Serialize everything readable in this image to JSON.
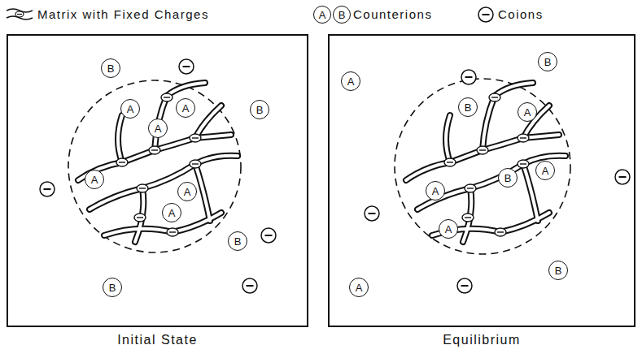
{
  "diagram": {
    "nodes": [
      {
        "text": [
          "Initial State"
        ]
      },
      {
        "text": [
          "B"
        ],
        "in": 0
      },
      {
        "text": [
          "B"
        ],
        "in": 0
      },
      {
        "text": [
          "B"
        ],
        "in": 0
      },
      {
        "text": [
          "B"
        ],
        "in": 0
      },
      {
        "text": [
          "A"
        ],
        "in": 0
      },
      {
        "text": [
          "A"
        ],
        "in": 0
      },
      {
        "text": [
          "A"
        ],
        "in": 0
      },
      {
        "text": [
          "A"
        ],
        "in": 0
      },
      {
        "text": [
          "A"
        ],
        "in": 0
      },
      {
        "text": [
          "A"
        ],
        "in": 0
      },
      {
        "text": [
          "Equilibrium"
        ]
      },
      {
        "text": [
          "A"
        ],
        "in": 11
      },
      {
        "text": [
          "B"
        ],
        "in": 11
      },
      {
        "text": [
          "A"
        ],
        "in": 11
      },
      {
        "text": [
          "B"
        ],
        "in": 11
      },
      {
        "text": [
          "B"
        ],
        "in": 11
      },
      {
        "text": [
          "A"
        ],
        "in": 11
      },
      {
        "text": [
          "A"
        ],
        "in": 11
      },
      {
        "text": [
          "B"
        ],
        "in": 11
      },
      {
        "text": [
          "A"
        ],
        "in": 11
      },
      {
        "text": [
          "A"
        ],
        "in": 11
      }
    ],
    "labels": [
      "A",
      "B"
    ],
    "legend": [
      {
        "text": "Matrix with Fixed Charges"
      },
      {
        "text": "Counterions"
      },
      {
        "text": "Coions"
      }
    ]
  }
}
